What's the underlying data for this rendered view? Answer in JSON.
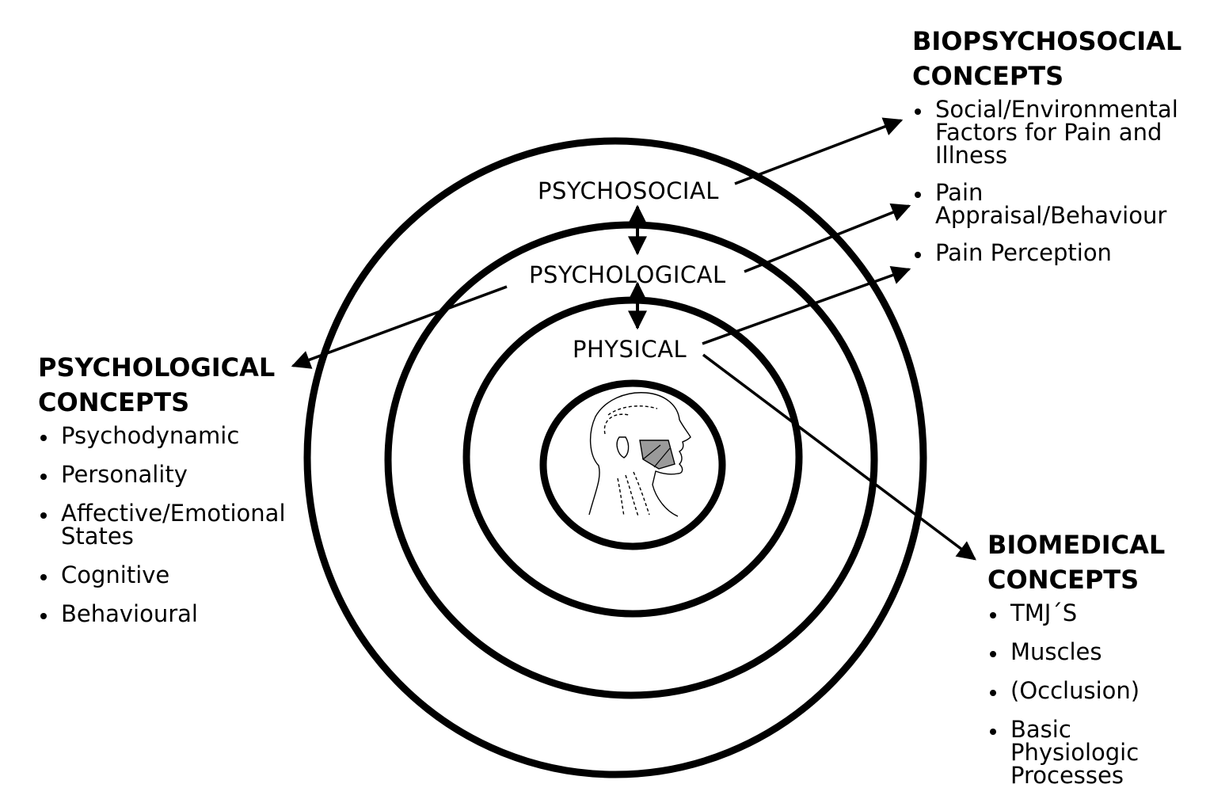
{
  "rings": {
    "psychosocial": "PSYCHOSOCIAL",
    "psychological": "PSYCHOLOGICAL",
    "physical": "PHYSICAL"
  },
  "panels": {
    "psychological": {
      "title_line1": "PSYCHOLOGICAL",
      "title_line2": "CONCEPTS",
      "items": [
        "Psychodynamic",
        "Personality",
        "Affective/Emotional States",
        "Cognitive",
        "Behavioural"
      ]
    },
    "biopsychosocial": {
      "title_line1": "BIOPSYCHOSOCIAL",
      "title_line2": "CONCEPTS",
      "items": [
        "Social/Environmental Factors for Pain and Illness",
        "Pain Appraisal/Behaviour",
        "Pain Perception"
      ]
    },
    "biomedical": {
      "title_line1": "BIOMEDICAL",
      "title_line2": "CONCEPTS",
      "items": [
        "TMJ´S",
        "Muscles",
        "(Occlusion)",
        "Basic Physiologic Processes"
      ]
    }
  },
  "colors": {
    "ink": "#000000",
    "paper": "#ffffff",
    "shade": "#9a9a9a"
  }
}
